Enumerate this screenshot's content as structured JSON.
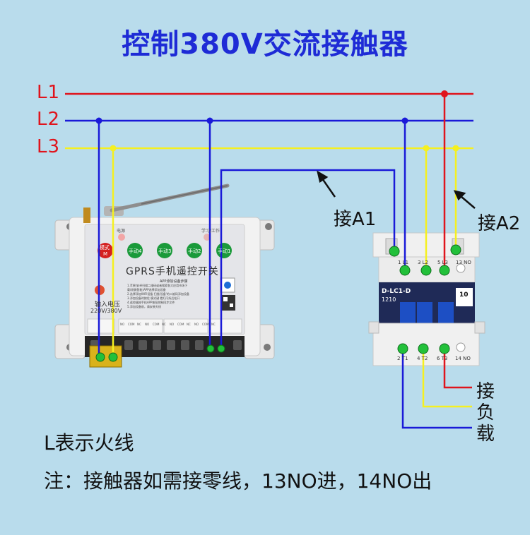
{
  "title": "控制380V交流接触器",
  "lines": {
    "l1": "L1",
    "l2": "L2",
    "l3": "L3"
  },
  "colors": {
    "l1": "#e0141c",
    "l2": "#1a1ad8",
    "l3": "#f5f020",
    "title": "#1e2bd6",
    "background": "#b9dcec",
    "terminal_green": "#22c03a"
  },
  "device": {
    "name": "GPRS手机遥控开关",
    "power_label": "电源",
    "learn_label": "学习/工作",
    "mode_button": "模式",
    "mode_sub": "M",
    "manual_buttons": [
      "手动4",
      "手动3",
      "手动2",
      "手动1"
    ],
    "input_label": "输入电压",
    "input_voltage": "220V/380V",
    "steps_title": "APP添加设备步骤",
    "steps": [
      "1.苹果/安卓扫描二维码或者搜索各大应用市场下",
      "载(易微智能)APP选择添加设备",
      "2.选择添加WIFI设备 扫描'设备'的二维码添加设备",
      "3.添加设备时按住 模式键 看灯闪烁后松开",
      "4.遥控器按手机APP按钮控制同步文件",
      "5.添加设备前，请安装天线"
    ],
    "terminal_labels": [
      "NO",
      "COM",
      "NC",
      "NO",
      "COM",
      "NC",
      "NO",
      "COM",
      "NC",
      "NO",
      "COM",
      "NC"
    ]
  },
  "contactor": {
    "model": "D-LC1-D",
    "code": "1210",
    "rating": "10",
    "top_terminals": [
      "1 L1",
      "3 L2",
      "5 L3",
      "13 NO"
    ],
    "bottom_terminals": [
      "2 T1",
      "4 T2",
      "6 T3",
      "14 NO"
    ]
  },
  "annotations": {
    "a1": "接A1",
    "a2": "接A2",
    "load": [
      "接",
      "负",
      "载"
    ]
  },
  "notes": {
    "line1": "L表示火线",
    "line2": "注：接触器如需接零线，13NO进，14NO出"
  }
}
